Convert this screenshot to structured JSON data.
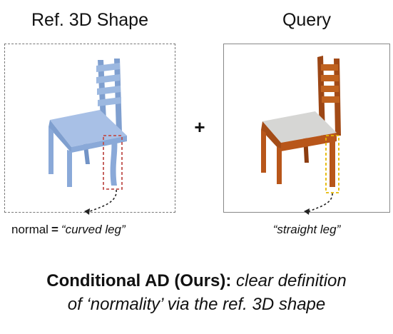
{
  "headings": {
    "reference": "Ref. 3D Shape",
    "query": "Query"
  },
  "operator": "+",
  "captions": {
    "reference_prefix": "normal",
    "reference_equals": "=",
    "reference_value": "“curved leg”",
    "query_value": "“straight leg”"
  },
  "conclusion": {
    "lead": "Conditional AD (Ours):",
    "line1_rest": "clear definition",
    "line2": "of ‘normality’ via the ref. 3D shape"
  },
  "colors": {
    "reference_chair": "#8fb0dc",
    "query_wood": "#b8561a",
    "query_seat": "#d6d6d4",
    "reference_highlight": "#c0504d",
    "query_highlight": "#e6b800"
  }
}
